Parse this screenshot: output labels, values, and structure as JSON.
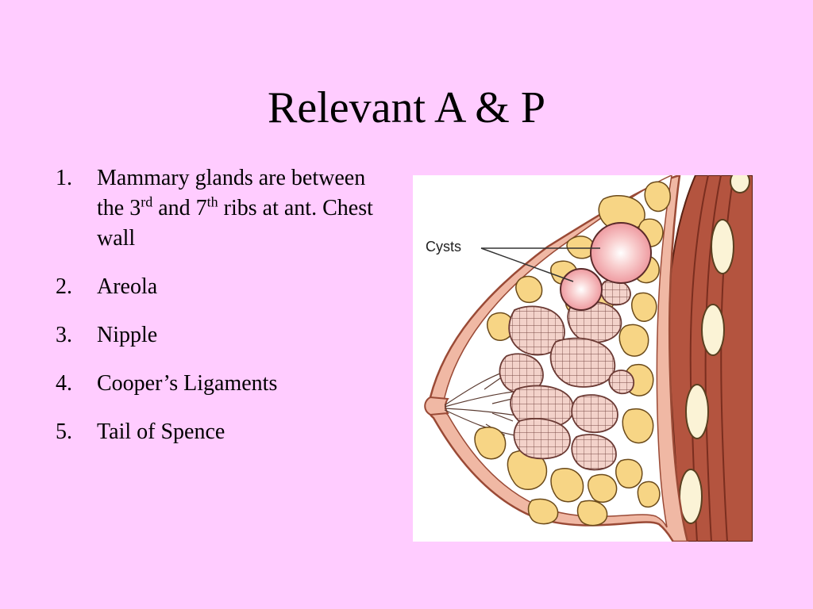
{
  "slide": {
    "title": "Relevant A & P",
    "items": [
      {
        "num": "1.",
        "parts": {
          "a": "Mammary glands are between the 3",
          "sup1": "rd",
          "b": " and 7",
          "sup2": "th",
          "c": " ribs at ant. Chest wall"
        }
      },
      {
        "num": "2.",
        "text": "Areola"
      },
      {
        "num": "3.",
        "text": "Nipple"
      },
      {
        "num": "4.",
        "text": "Cooper’s Ligaments"
      },
      {
        "num": "5.",
        "text": "Tail of Spence"
      }
    ]
  },
  "figure": {
    "label": "Cysts",
    "colors": {
      "skin": "#f0b8a4",
      "skin_edge": "#b5614e",
      "fat": "#f7d585",
      "fat_edge": "#6b4a1a",
      "lobule": "#f2cfc6",
      "muscle": "#b85a44",
      "cyst": "#f4a8a8"
    }
  }
}
